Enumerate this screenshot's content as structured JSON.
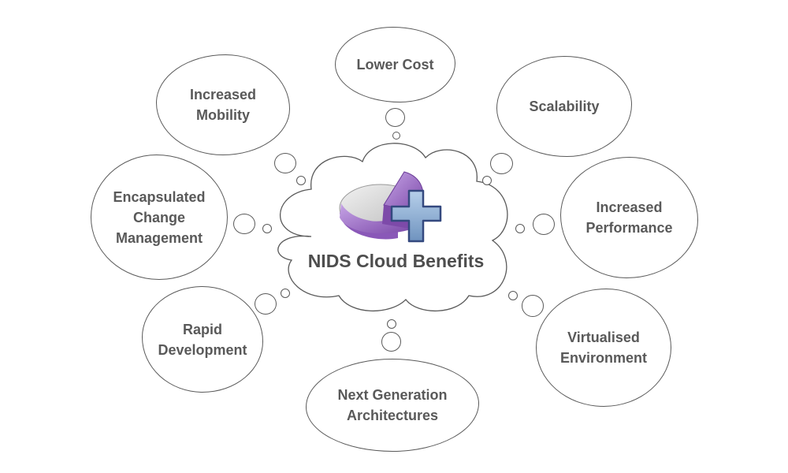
{
  "center": {
    "title": "NIDS Cloud Benefits",
    "icon": "pie-chart-plus-icon",
    "colors": {
      "purple": "#9b6fc4",
      "silver": "#cfcfcf",
      "cross_blue": "#7fa3c8",
      "cross_outline": "#3a4f8a"
    }
  },
  "benefits": [
    {
      "line1": "Lower Cost",
      "line2": ""
    },
    {
      "line1": "Increased",
      "line2": "Mobility"
    },
    {
      "line1": "Scalability",
      "line2": ""
    },
    {
      "line1": "Encapsulated",
      "line2": "Change",
      "line3": "Management"
    },
    {
      "line1": "Increased",
      "line2": "Performance"
    },
    {
      "line1": "Rapid",
      "line2": "Development"
    },
    {
      "line1": "Virtualised",
      "line2": "Environment"
    },
    {
      "line1": "Next Generation",
      "line2": "Architectures"
    }
  ]
}
